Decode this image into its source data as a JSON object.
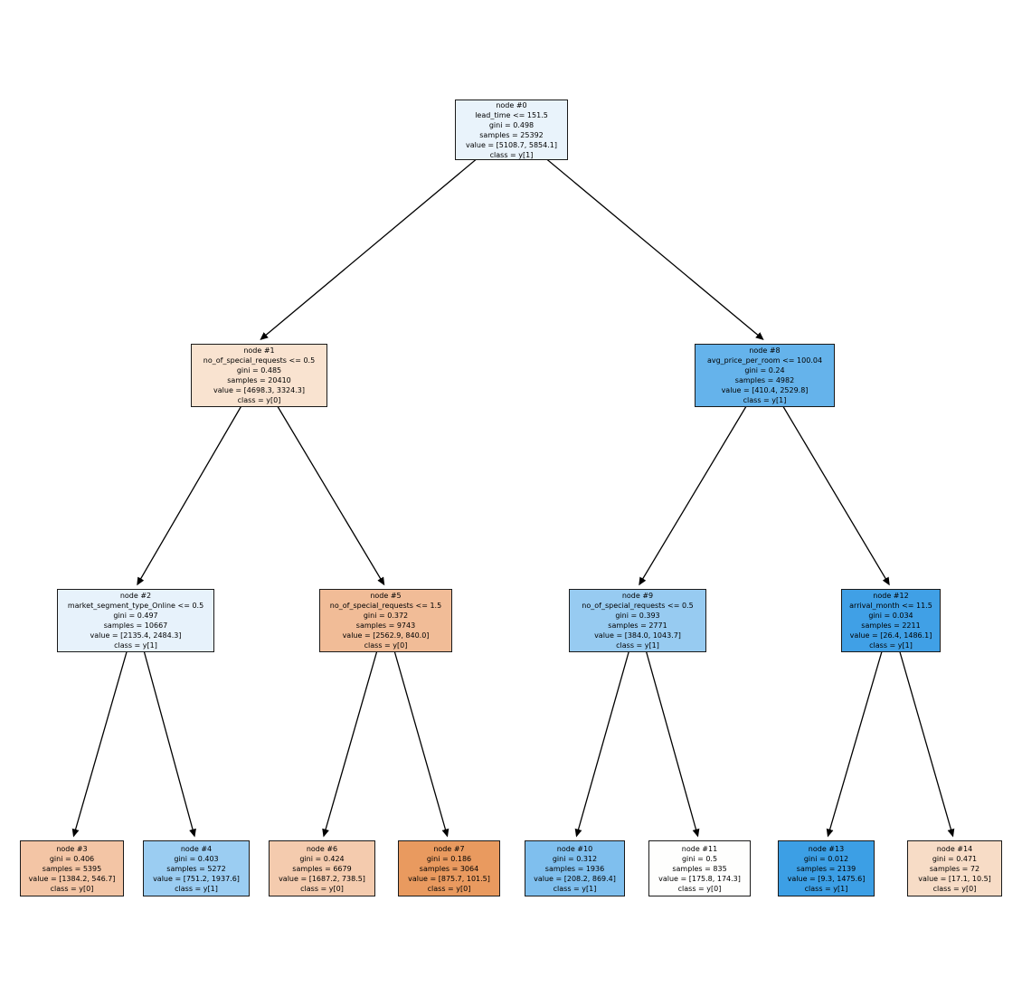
{
  "figure": {
    "background": "#ffffff",
    "type": "decision-tree-plot",
    "num_nodes": 15
  },
  "palette": {
    "class_y0_accent": "#e58139",
    "class_y1_accent": "#399de5",
    "edge_color": "#000000",
    "node_border": "#1a1a1a"
  },
  "nodes": [
    {
      "label": "node #0",
      "condition": "lead_time <= 151.5",
      "gini": "gini = 0.498",
      "samples": "samples = 25392",
      "value": "value = [5108.7, 5854.1]",
      "class": "class = y[1]",
      "color": "#e9f3fb"
    },
    {
      "label": "node #1",
      "condition": "no_of_special_requests <= 0.5",
      "gini": "gini = 0.485",
      "samples": "samples = 20410",
      "value": "value = [4698.3, 3324.3]",
      "class": "class = y[0]",
      "color": "#f9e3d0"
    },
    {
      "label": "node #2",
      "condition": "market_segment_type_Online <= 0.5",
      "gini": "gini = 0.497",
      "samples": "samples = 10667",
      "value": "value = [2135.4, 2484.3]",
      "class": "class = y[1]",
      "color": "#e7f2fb"
    },
    {
      "label": "node #3",
      "condition": null,
      "gini": "gini = 0.406",
      "samples": "samples = 5395",
      "value": "value = [1384.2, 546.7]",
      "class": "class = y[0]",
      "color": "#f3c5a5"
    },
    {
      "label": "node #4",
      "condition": null,
      "gini": "gini = 0.403",
      "samples": "samples = 5272",
      "value": "value = [751.2, 1937.6]",
      "class": "class = y[1]",
      "color": "#9bcdf2"
    },
    {
      "label": "node #5",
      "condition": "no_of_special_requests <= 1.5",
      "gini": "gini = 0.372",
      "samples": "samples = 9743",
      "value": "value = [2562.9, 840.0]",
      "class": "class = y[0]",
      "color": "#f1bc97"
    },
    {
      "label": "node #6",
      "condition": null,
      "gini": "gini = 0.424",
      "samples": "samples = 6679",
      "value": "value = [1687.2, 738.5]",
      "class": "class = y[0]",
      "color": "#f4cbae"
    },
    {
      "label": "node #7",
      "condition": null,
      "gini": "gini = 0.186",
      "samples": "samples = 3064",
      "value": "value = [875.7, 101.5]",
      "class": "class = y[0]",
      "color": "#e99a5f"
    },
    {
      "label": "node #8",
      "condition": "avg_price_per_room <= 100.04",
      "gini": "gini = 0.24",
      "samples": "samples = 4982",
      "value": "value = [410.4, 2529.8]",
      "class": "class = y[1]",
      "color": "#65b3eb"
    },
    {
      "label": "node #9",
      "condition": "no_of_special_requests <= 0.5",
      "gini": "gini = 0.393",
      "samples": "samples = 2771",
      "value": "value = [384.0, 1043.7]",
      "class": "class = y[1]",
      "color": "#97cbf1"
    },
    {
      "label": "node #10",
      "condition": null,
      "gini": "gini = 0.312",
      "samples": "samples = 1936",
      "value": "value = [208.2, 869.4]",
      "class": "class = y[1]",
      "color": "#7fbfee"
    },
    {
      "label": "node #11",
      "condition": null,
      "gini": "gini = 0.5",
      "samples": "samples = 835",
      "value": "value = [175.8, 174.3]",
      "class": "class = y[0]",
      "color": "#fefefd"
    },
    {
      "label": "node #12",
      "condition": "arrival_month <= 11.5",
      "gini": "gini = 0.034",
      "samples": "samples = 2211",
      "value": "value = [26.4, 1486.1]",
      "class": "class = y[1]",
      "color": "#40a0e6"
    },
    {
      "label": "node #13",
      "condition": null,
      "gini": "gini = 0.012",
      "samples": "samples = 2139",
      "value": "value = [9.3, 1475.6]",
      "class": "class = y[1]",
      "color": "#3c9fe5"
    },
    {
      "label": "node #14",
      "condition": null,
      "gini": "gini = 0.471",
      "samples": "samples = 72",
      "value": "value = [17.1, 10.5]",
      "class": "class = y[0]",
      "color": "#f7dcc6"
    }
  ],
  "edges": [
    "0-1",
    "0-8",
    "1-2",
    "1-5",
    "2-3",
    "2-4",
    "5-6",
    "5-7",
    "8-9",
    "8-12",
    "9-10",
    "9-11",
    "12-13",
    "12-14"
  ]
}
